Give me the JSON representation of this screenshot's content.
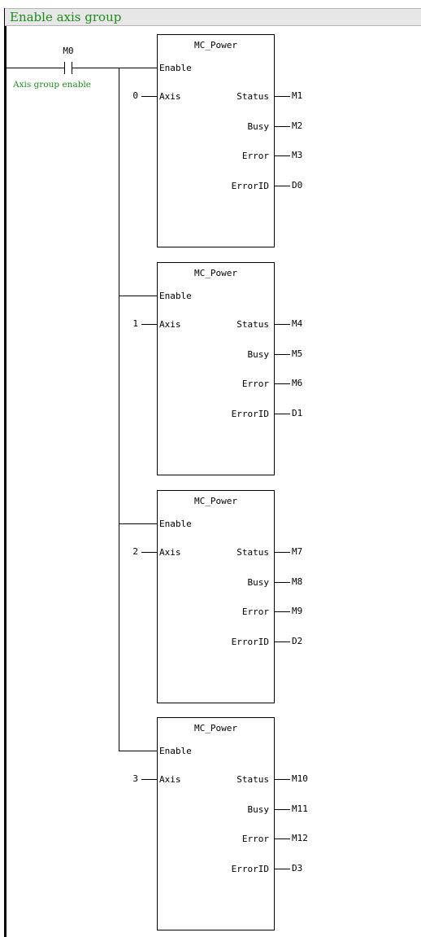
{
  "rung": {
    "title": "Enable axis group",
    "contact": {
      "name": "M0",
      "comment": "Axis group enable"
    }
  },
  "blocks": [
    {
      "type": "MC_Power",
      "inputs": {
        "enable": "Enable",
        "axis_label": "Axis",
        "axis_value": "0"
      },
      "outputs": [
        {
          "pin": "Status",
          "var": "M1"
        },
        {
          "pin": "Busy",
          "var": "M2"
        },
        {
          "pin": "Error",
          "var": "M3"
        },
        {
          "pin": "ErrorID",
          "var": "D0"
        }
      ]
    },
    {
      "type": "MC_Power",
      "inputs": {
        "enable": "Enable",
        "axis_label": "Axis",
        "axis_value": "1"
      },
      "outputs": [
        {
          "pin": "Status",
          "var": "M4"
        },
        {
          "pin": "Busy",
          "var": "M5"
        },
        {
          "pin": "Error",
          "var": "M6"
        },
        {
          "pin": "ErrorID",
          "var": "D1"
        }
      ]
    },
    {
      "type": "MC_Power",
      "inputs": {
        "enable": "Enable",
        "axis_label": "Axis",
        "axis_value": "2"
      },
      "outputs": [
        {
          "pin": "Status",
          "var": "M7"
        },
        {
          "pin": "Busy",
          "var": "M8"
        },
        {
          "pin": "Error",
          "var": "M9"
        },
        {
          "pin": "ErrorID",
          "var": "D2"
        }
      ]
    },
    {
      "type": "MC_Power",
      "inputs": {
        "enable": "Enable",
        "axis_label": "Axis",
        "axis_value": "3"
      },
      "outputs": [
        {
          "pin": "Status",
          "var": "M10"
        },
        {
          "pin": "Busy",
          "var": "M11"
        },
        {
          "pin": "Error",
          "var": "M12"
        },
        {
          "pin": "ErrorID",
          "var": "D3"
        }
      ]
    }
  ],
  "colors": {
    "comment_text": "#1d8b1d",
    "title_bar_bg": "#e7e7e7",
    "wire": "#000000"
  }
}
